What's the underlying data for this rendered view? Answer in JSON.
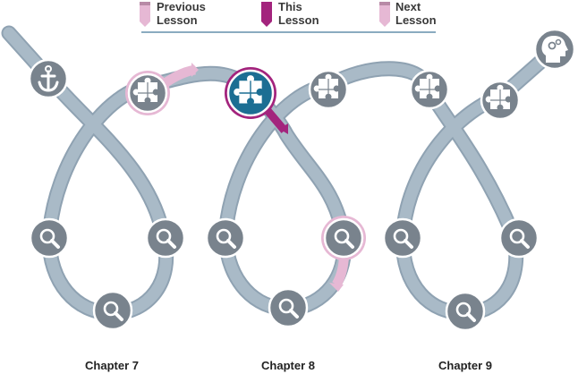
{
  "legend": {
    "previous": {
      "line1": "Previous",
      "line2": "Lesson"
    },
    "current": {
      "line1": "This",
      "line2": "Lesson"
    },
    "next": {
      "line1": "Next",
      "line2": "Lesson"
    }
  },
  "chapters": [
    {
      "label": "Chapter 7"
    },
    {
      "label": "Chapter 8"
    },
    {
      "label": "Chapter 9"
    }
  ],
  "colors": {
    "path": "#a9bac7",
    "path_edge": "#8fa2b2",
    "node": "#79838d",
    "node_ring": "#ffffff",
    "current": "#1c6e93",
    "current_ring": "#a3247d",
    "previous": "#e6b8d4",
    "next": "#e6b8d4",
    "legend_line": "#8aabc0"
  },
  "icons": {
    "start": "anchor-icon",
    "lesson": "puzzle-icon",
    "review": "magnifier-icon",
    "end": "head-gears-icon"
  }
}
